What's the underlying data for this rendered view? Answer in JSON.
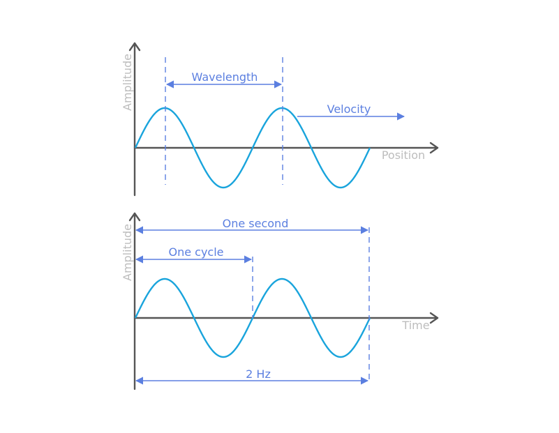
{
  "top_panel": {
    "y_axis_label": "Amplitude",
    "x_axis_label": "Position",
    "wavelength_label": "Wavelength",
    "velocity_label": "Velocity"
  },
  "bottom_panel": {
    "y_axis_label": "Amplitude",
    "x_axis_label": "Time",
    "one_second_label": "One second",
    "one_cycle_label": "One cycle",
    "frequency_label": "2 Hz"
  },
  "colors": {
    "wave": "#19a4dc",
    "annotation": "#5b7fe0",
    "axis": "#555555",
    "axis_label": "#bdbdbd"
  }
}
